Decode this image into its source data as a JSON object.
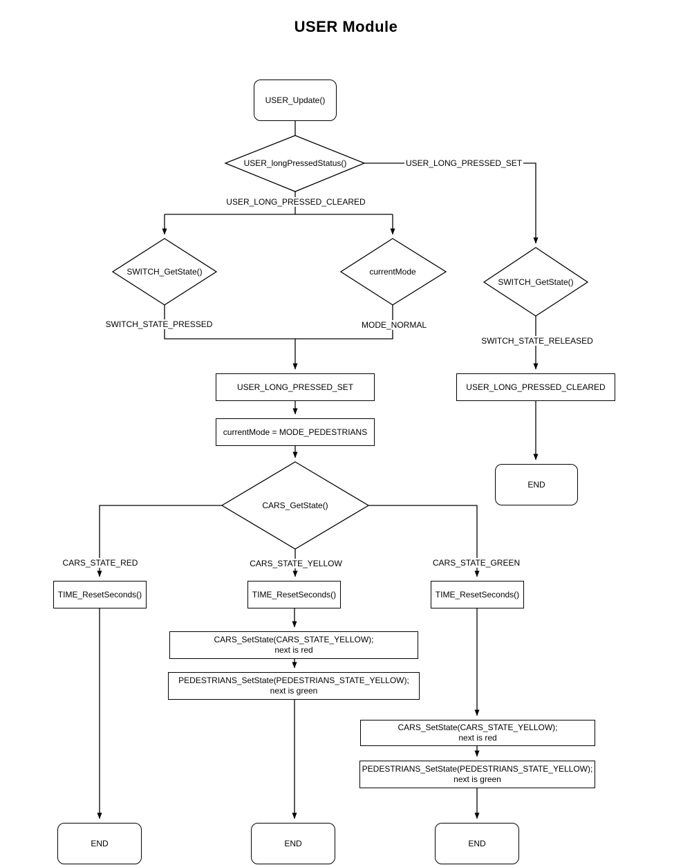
{
  "diagram": {
    "type": "flowchart",
    "title": "USER Module"
  },
  "nodes": {
    "start": {
      "label": "USER_Update()"
    },
    "d_long_pressed": {
      "label": "USER_longPressedStatus()"
    },
    "d_switch_left": {
      "label": "SWITCH_GetState()"
    },
    "d_current_mode": {
      "label": "currentMode"
    },
    "d_switch_right": {
      "label": "SWITCH_GetState()"
    },
    "box_set": {
      "label": "USER_LONG_PRESSED_SET"
    },
    "box_mode": {
      "label": "currentMode = MODE_PEDESTRIANS"
    },
    "box_cleared": {
      "label": "USER_LONG_PRESSED_CLEARED"
    },
    "d_cars": {
      "label": "CARS_GetState()"
    },
    "time_red": {
      "label": "TIME_ResetSeconds()"
    },
    "time_yellow": {
      "label": "TIME_ResetSeconds()"
    },
    "time_green": {
      "label": "TIME_ResetSeconds()"
    },
    "cars_set_mid": {
      "line1": "CARS_SetState(CARS_STATE_YELLOW);",
      "line2": "next is red"
    },
    "ped_set_mid": {
      "line1": "PEDESTRIANS_SetState(PEDESTRIANS_STATE_YELLOW);",
      "line2": "next is green"
    },
    "cars_set_green": {
      "line1": "CARS_SetState(CARS_STATE_YELLOW);",
      "line2": "next is red"
    },
    "ped_set_green": {
      "line1": "PEDESTRIANS_SetState(PEDESTRIANS_STATE_YELLOW);",
      "line2": "next is green"
    },
    "end_right": {
      "label": "END"
    },
    "end_left": {
      "label": "END"
    },
    "end_mid": {
      "label": "END"
    },
    "end_green": {
      "label": "END"
    }
  },
  "edge_labels": {
    "long_pressed_set": "USER_LONG_PRESSED_SET",
    "long_pressed_cleared": "USER_LONG_PRESSED_CLEARED",
    "switch_pressed": "SWITCH_STATE_PRESSED",
    "mode_normal": "MODE_NORMAL",
    "switch_released": "SWITCH_STATE_RELEASED",
    "cars_red": "CARS_STATE_RED",
    "cars_yellow": "CARS_STATE_YELLOW",
    "cars_green": "CARS_STATE_GREEN"
  },
  "colors": {
    "stroke": "#000000",
    "text": "#000000",
    "background": "#ffffff"
  }
}
